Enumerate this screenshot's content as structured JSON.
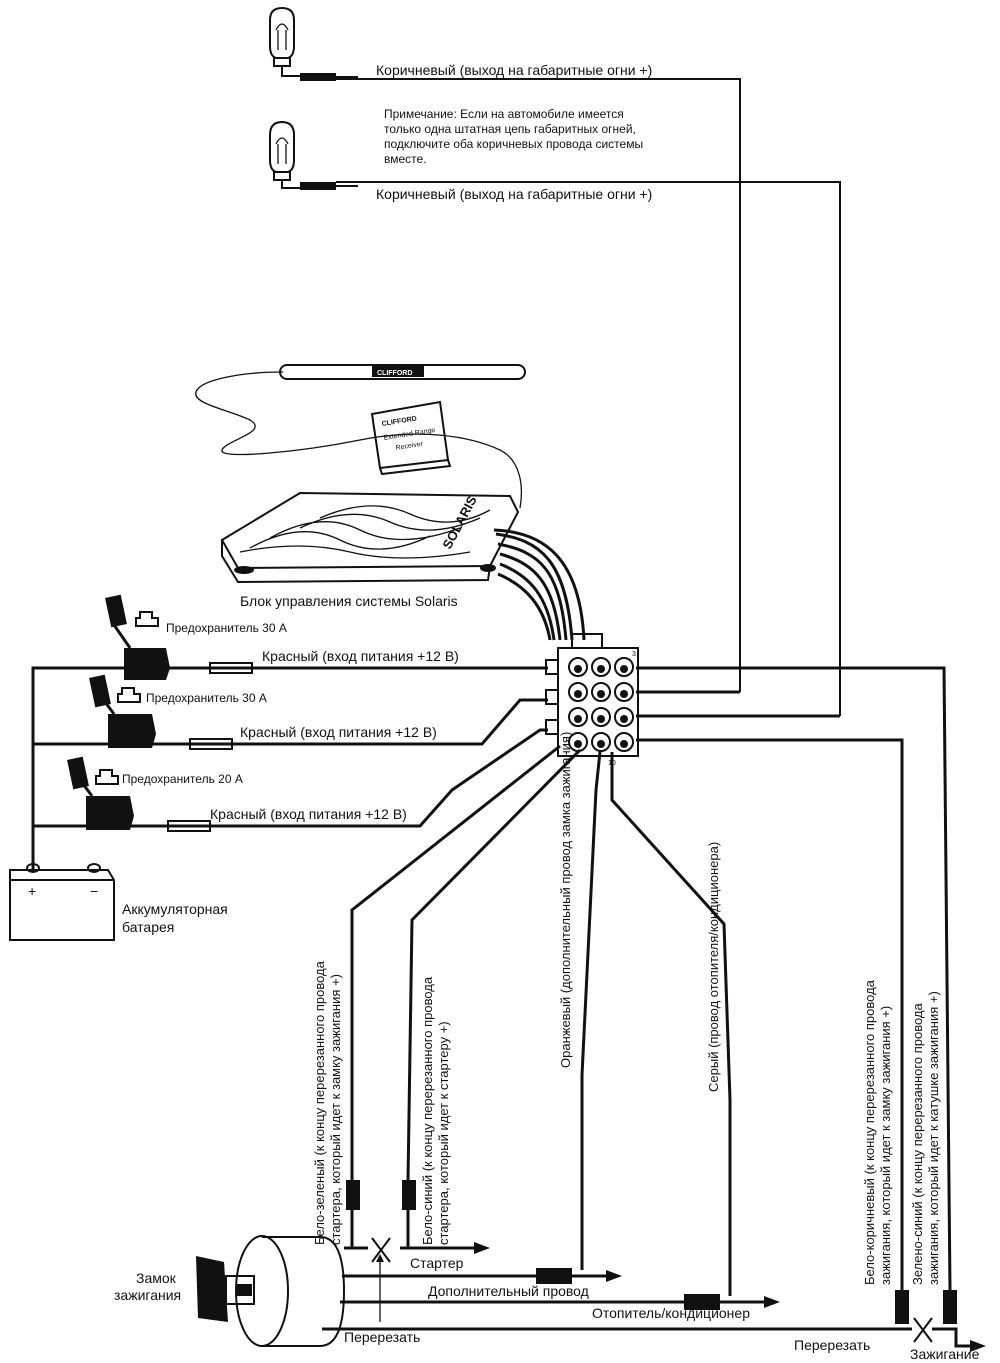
{
  "bulbs": {
    "top_label": "Коричневый (выход на габаритные огни  +)",
    "second_label": "Коричневый (выход на габаритные огни  +)",
    "note": [
      "Примечание: Если на автомобиле имеется",
      "только одна штатная цепь габаритных огней,",
      "подключите оба коричневых провода системы",
      "вместе."
    ]
  },
  "antenna": {
    "brand": "CLIFFORD"
  },
  "receiver": {
    "brand": "CLIFFORD",
    "line2": "Extended Range",
    "line3": "Receiver"
  },
  "control_unit": {
    "brand": "SOLARIS",
    "caption": "Блок управления системы Solaris"
  },
  "fuses": {
    "f1": {
      "label": "Предохранитель 30 А",
      "wire": "Красный (вход питания +12 В)"
    },
    "f2": {
      "label": "Предохранитель 30 А",
      "wire": "Красный (вход питания +12 В)"
    },
    "f3": {
      "label": "Предохранитель 20 А",
      "wire": "Красный (вход питания +12 В)"
    }
  },
  "battery": {
    "plus": "+",
    "minus": "−",
    "label_line1": "Аккумуляторная",
    "label_line2": "батарея"
  },
  "connector": {
    "pin_top": "3",
    "pin_bottom": "10"
  },
  "vertical_wires": {
    "white_green": [
      "Бело-зеленый (к концу перерезанного провода",
      "стартера, который идет к замку зажигания  +)"
    ],
    "white_blue": [
      "Бело-синий (к концу перерезанного провода",
      "стартера, который идет к стартеру  +)"
    ],
    "orange": "Оранжевый (дополнительный провод замка зажигания)",
    "gray": "Серый (провод отопителя/кондиционера)",
    "white_brown": [
      "Бело-коричневый (к концу перерезанного провода",
      "зажигания, который идет к замку зажигания  +)"
    ],
    "green_blue": [
      "Зелено-синий (к концу перерезанного провода",
      "зажигания, который идет к катушке зажигания  +)"
    ]
  },
  "ignition": {
    "lock_label_1": "Замок",
    "lock_label_2": "зажигания",
    "starter": "Стартер",
    "aux": "Дополнительный провод",
    "heater": "Отопитель/кондиционер",
    "cut_left": "Перерезать",
    "cut_right": "Перерезать",
    "ignition_out": "Зажигание"
  }
}
